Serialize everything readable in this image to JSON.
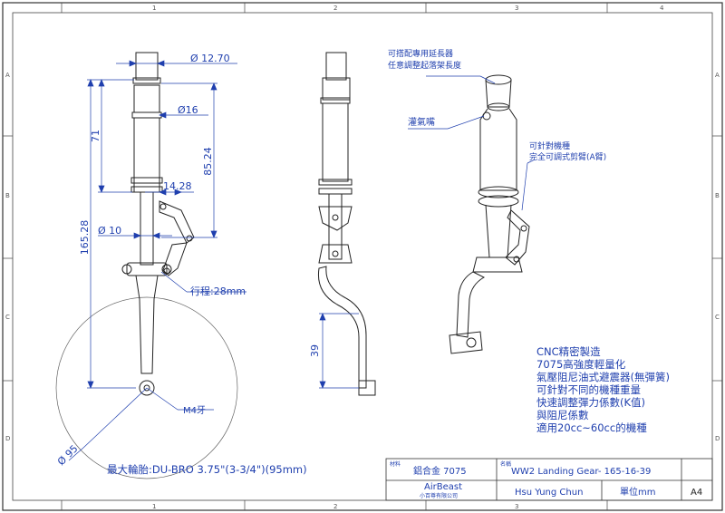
{
  "grid": {
    "cols": [
      "1",
      "2",
      "3",
      "4"
    ],
    "rows": [
      "A",
      "B",
      "C",
      "D"
    ]
  },
  "dims": {
    "d12_70": "Ø 12.70",
    "d16": "Ø16",
    "d10": "Ø 10",
    "d95": "Ø 95",
    "l71": "71",
    "l165_28": "165.28",
    "l85_24": "85.24",
    "l14_28": "14.28",
    "l39": "39",
    "travel": "行程:28mm",
    "m4": "M4牙",
    "wheel_max": "最大輪胎:DU-BRO 3.75\"(3-3/4\")(95mm)"
  },
  "notes": {
    "extender_1": "可搭配專用延長器",
    "extender_2": "任意調整起落架長度",
    "nozzle": "灌氣嘴",
    "adjust_1": "可針對機種",
    "adjust_2": "完全可調式剪臂(A臂)"
  },
  "features": [
    "CNC精密製造",
    "7075高強度輕量化",
    "氣壓阻尼油式避震器(無彈簧)",
    "可針對不同的機種重量",
    "快速調整彈力係數(K值)",
    "與阻尼係數",
    "適用20cc~60cc的機種"
  ],
  "title_block": {
    "material": "鋁合金 7075",
    "part_name": "WW2 Landing Gear- 165-16-39",
    "company": "AirBeast",
    "company_sub": "小百尊有限公司",
    "designer": "Hsu Yung Chun",
    "unit_label": "單位mm",
    "sheet_size": "A4",
    "material_tag": "材料",
    "name_tag": "名稱"
  }
}
